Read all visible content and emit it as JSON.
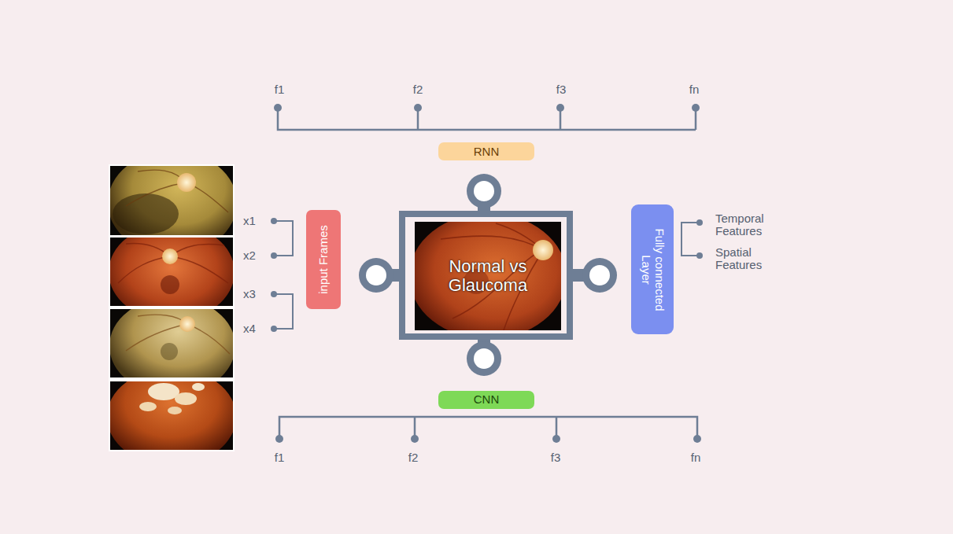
{
  "diagram": {
    "nodes": [
      {
        "text": [
          "RNN"
        ]
      },
      {
        "text": [
          "input Frames"
        ]
      },
      {
        "text": [
          "Normal vs Glaucoma"
        ]
      },
      {
        "text": [
          "Fully connected Layer"
        ]
      },
      {
        "text": [
          "CNN"
        ]
      }
    ],
    "labels": [
      "f1",
      "f2",
      "f3",
      "fn",
      "x1",
      "x2",
      "x3",
      "x4",
      "Temporal Features",
      "Spatial Features",
      "f1",
      "f2",
      "f3",
      "fn"
    ]
  }
}
